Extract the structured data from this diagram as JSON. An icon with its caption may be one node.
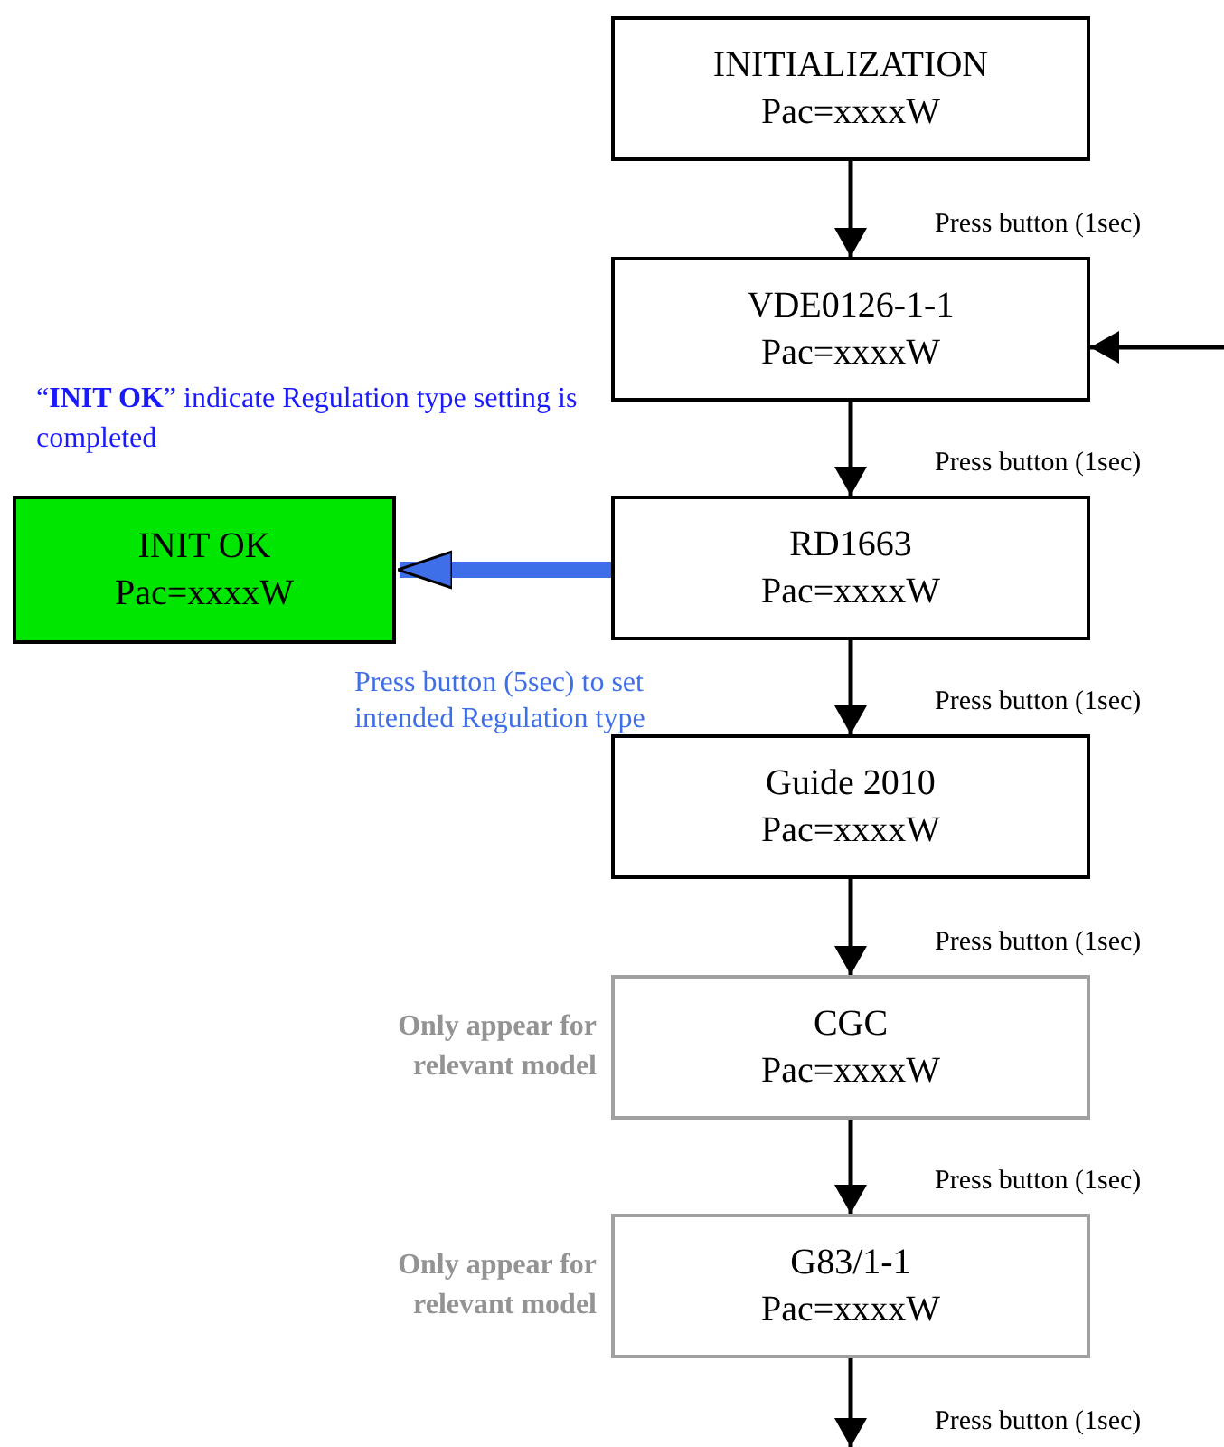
{
  "diagram": {
    "nodes": [
      {
        "text": [
          "INITIALIZATION",
          "Pac=xxxxW"
        ]
      },
      {
        "text": [
          "VDE0126-1-1",
          "Pac=xxxxW"
        ]
      },
      {
        "text": [
          "RD1663",
          "Pac=xxxxW"
        ]
      },
      {
        "text": [
          "INIT OK",
          "Pac=xxxxW"
        ]
      },
      {
        "text": [
          "Guide 2010",
          "Pac=xxxxW"
        ]
      },
      {
        "text": [
          "CGC",
          "Pac=xxxxW"
        ],
        "beside": [
          "Only appear for relevant model"
        ]
      },
      {
        "text": [
          "G83/1-1",
          "Pac=xxxxW"
        ],
        "beside": [
          "Only appear for relevant model"
        ]
      }
    ],
    "edges": [
      {
        "from": 0,
        "to": 1,
        "arrow": "to",
        "label": "Press button (1sec)"
      },
      {
        "from": null,
        "to": 1,
        "arrow": "to"
      },
      {
        "from": 1,
        "to": 2,
        "arrow": "to",
        "label": "Press button (1sec)"
      },
      {
        "from": 2,
        "to": 3,
        "arrow": "to",
        "label": "Press button (5sec) to set intended Regulation type",
        "style": "thick",
        "color": "#3f6fe8"
      },
      {
        "from": 2,
        "to": 4,
        "arrow": "to",
        "label": "Press button (1sec)"
      },
      {
        "from": 4,
        "to": 5,
        "arrow": "to",
        "label": "Press button (1sec)"
      },
      {
        "from": 5,
        "to": 6,
        "arrow": "to",
        "label": "Press button (1sec)"
      },
      {
        "from": 6,
        "to": null,
        "arrow": "to",
        "label": "Press button (1sec)"
      }
    ],
    "labels": [
      "“**INIT OK**” indicate Regulation type setting is completed"
    ]
  }
}
